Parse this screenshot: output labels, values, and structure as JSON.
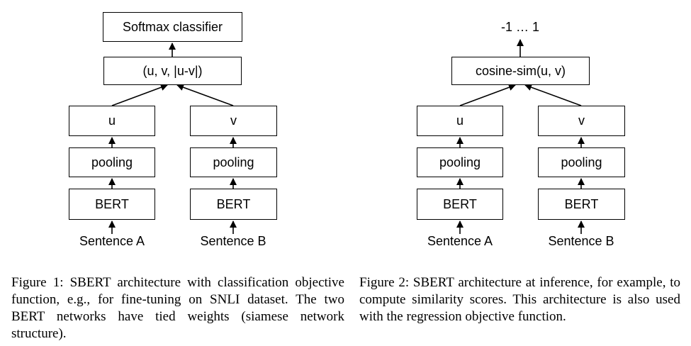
{
  "figure1": {
    "top_box": "Softmax classifier",
    "concat_box": "(u, v, |u-v|)",
    "left": {
      "embedding": "u",
      "pooling": "pooling",
      "encoder": "BERT",
      "input": "Sentence A"
    },
    "right": {
      "embedding": "v",
      "pooling": "pooling",
      "encoder": "BERT",
      "input": "Sentence B"
    },
    "caption": "Figure 1: SBERT architecture with classification objective function, e.g., for fine-tuning on SNLI dataset. The two BERT networks have tied weights (siamese network structure)."
  },
  "figure2": {
    "output_label": "-1 … 1",
    "similarity_box": "cosine-sim(u, v)",
    "left": {
      "embedding": "u",
      "pooling": "pooling",
      "encoder": "BERT",
      "input": "Sentence A"
    },
    "right": {
      "embedding": "v",
      "pooling": "pooling",
      "encoder": "BERT",
      "input": "Sentence B"
    },
    "caption": "Figure 2: SBERT architecture at inference, for example, to compute similarity scores. This architecture is also used with the regression objective function."
  }
}
